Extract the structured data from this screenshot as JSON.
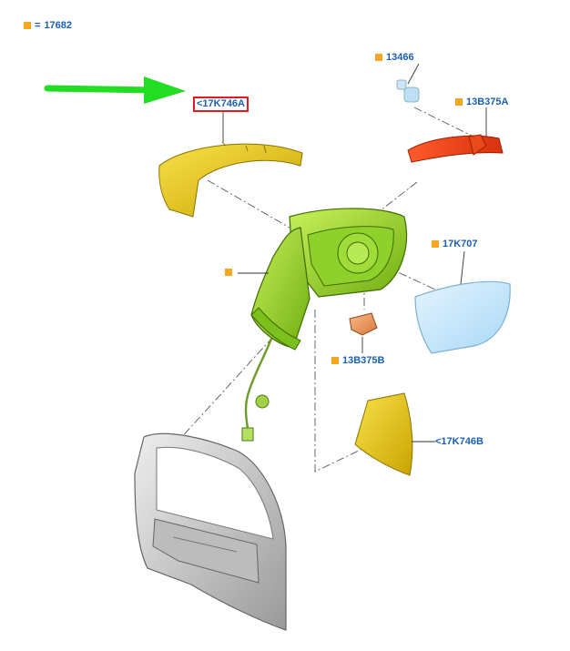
{
  "legend": {
    "symbol": "orange-square-icon",
    "equals": "=",
    "value": "17682"
  },
  "accent_color": "#f5a623",
  "label_color": "#1a5fb4",
  "highlight_color": "#e01b24",
  "arrow_color": "#22dd22",
  "callouts": {
    "c13466": "13466",
    "c13B375A": "13B375A",
    "c17K746A": "17K746A",
    "c17K707": "17K707",
    "cUnlabeled": "",
    "c13B375B": "13B375B",
    "c17K746B": "17K746B"
  },
  "highlighted_part": "17K746A"
}
